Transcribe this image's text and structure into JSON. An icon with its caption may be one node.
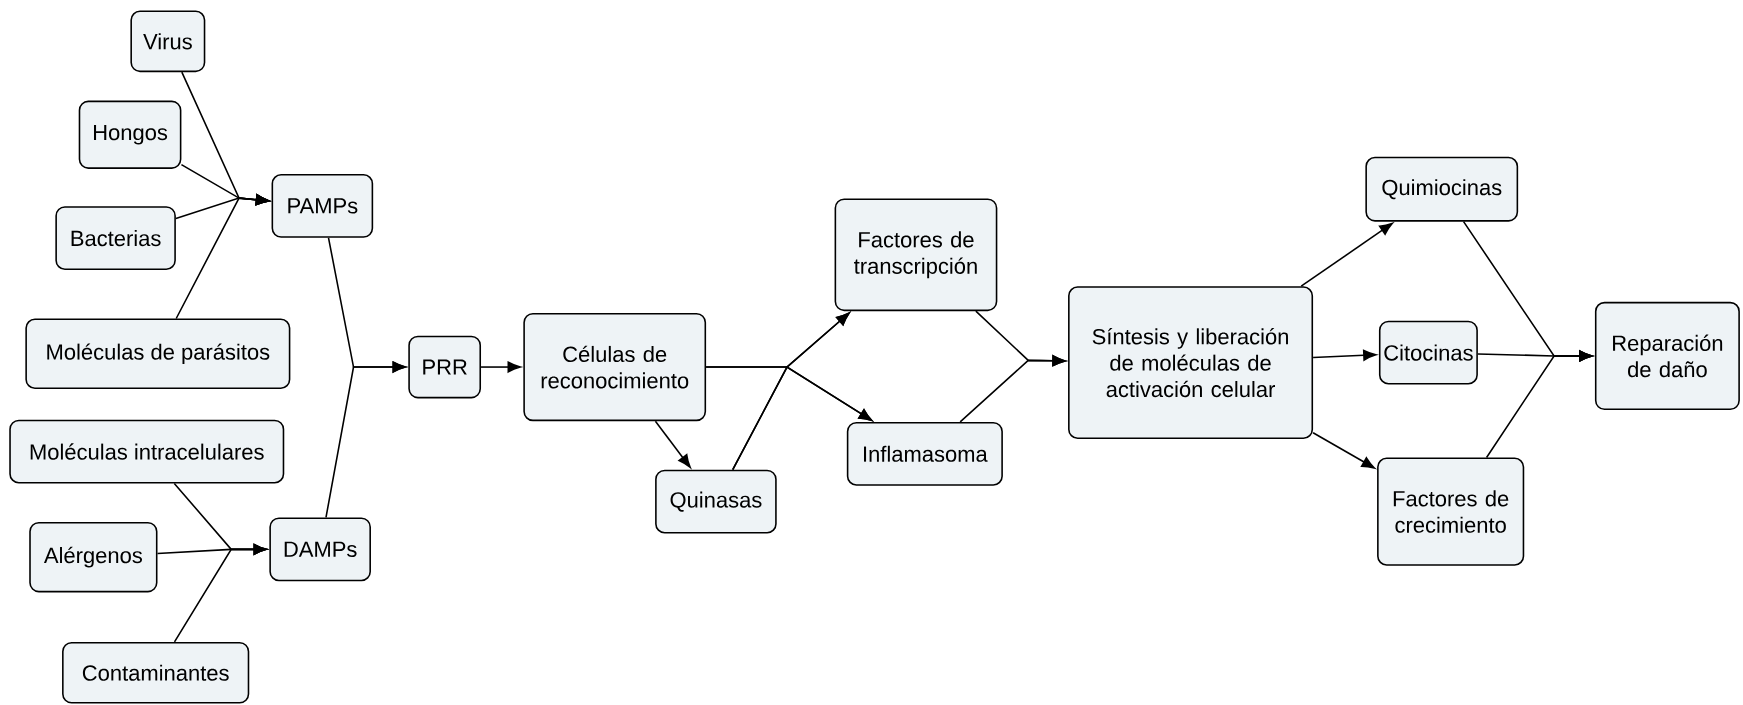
{
  "diagram": {
    "nodes": [
      {
        "text": [
          "Virus"
        ]
      },
      {
        "text": [
          "Hongos"
        ]
      },
      {
        "text": [
          "Bacterias"
        ]
      },
      {
        "text": [
          "Moléculas de parásitos"
        ]
      },
      {
        "text": [
          "PAMPs"
        ]
      },
      {
        "text": [
          "Moléculas intracelulares"
        ]
      },
      {
        "text": [
          "Alérgenos"
        ]
      },
      {
        "text": [
          "Contaminantes"
        ]
      },
      {
        "text": [
          "DAMPs"
        ]
      },
      {
        "text": [
          "PRR"
        ]
      },
      {
        "text": [
          "Células de reconocimiento"
        ]
      },
      {
        "text": [
          "Quinasas"
        ]
      },
      {
        "text": [
          "Factores de transcripción"
        ]
      },
      {
        "text": [
          "Inflamasoma"
        ]
      },
      {
        "text": [
          "Síntesis y liberación de moléculas de activación celular"
        ]
      },
      {
        "text": [
          "Quimiocinas"
        ]
      },
      {
        "text": [
          "Citocinas"
        ]
      },
      {
        "text": [
          "Factores de crecimiento"
        ]
      },
      {
        "text": [
          "Reparación de daño"
        ]
      }
    ],
    "edges": [
      {
        "from": 0,
        "to": 4,
        "arrow": "to"
      },
      {
        "from": 1,
        "to": 4,
        "arrow": "to"
      },
      {
        "from": 2,
        "to": 4,
        "arrow": "to"
      },
      {
        "from": 3,
        "to": 4,
        "arrow": "to"
      },
      {
        "from": 5,
        "to": 8,
        "arrow": "to"
      },
      {
        "from": 6,
        "to": 8,
        "arrow": "to"
      },
      {
        "from": 7,
        "to": 8,
        "arrow": "to"
      },
      {
        "from": 4,
        "to": 9,
        "arrow": "to"
      },
      {
        "from": 8,
        "to": 9,
        "arrow": "to"
      },
      {
        "from": 9,
        "to": 10,
        "arrow": "to"
      },
      {
        "from": 10,
        "to": 11,
        "arrow": "to"
      },
      {
        "from": 10,
        "to": 12,
        "arrow": "to"
      },
      {
        "from": 10,
        "to": 13,
        "arrow": "to"
      },
      {
        "from": 11,
        "to": 12,
        "arrow": "to"
      },
      {
        "from": 11,
        "to": 13,
        "arrow": "to"
      },
      {
        "from": 12,
        "to": 14,
        "arrow": "to"
      },
      {
        "from": 13,
        "to": 14,
        "arrow": "to"
      },
      {
        "from": 14,
        "to": 15,
        "arrow": "to"
      },
      {
        "from": 14,
        "to": 16,
        "arrow": "to"
      },
      {
        "from": 14,
        "to": 17,
        "arrow": "to"
      },
      {
        "from": 15,
        "to": 18,
        "arrow": "to"
      },
      {
        "from": 16,
        "to": 18,
        "arrow": "to"
      },
      {
        "from": 17,
        "to": 18,
        "arrow": "to"
      }
    ]
  }
}
